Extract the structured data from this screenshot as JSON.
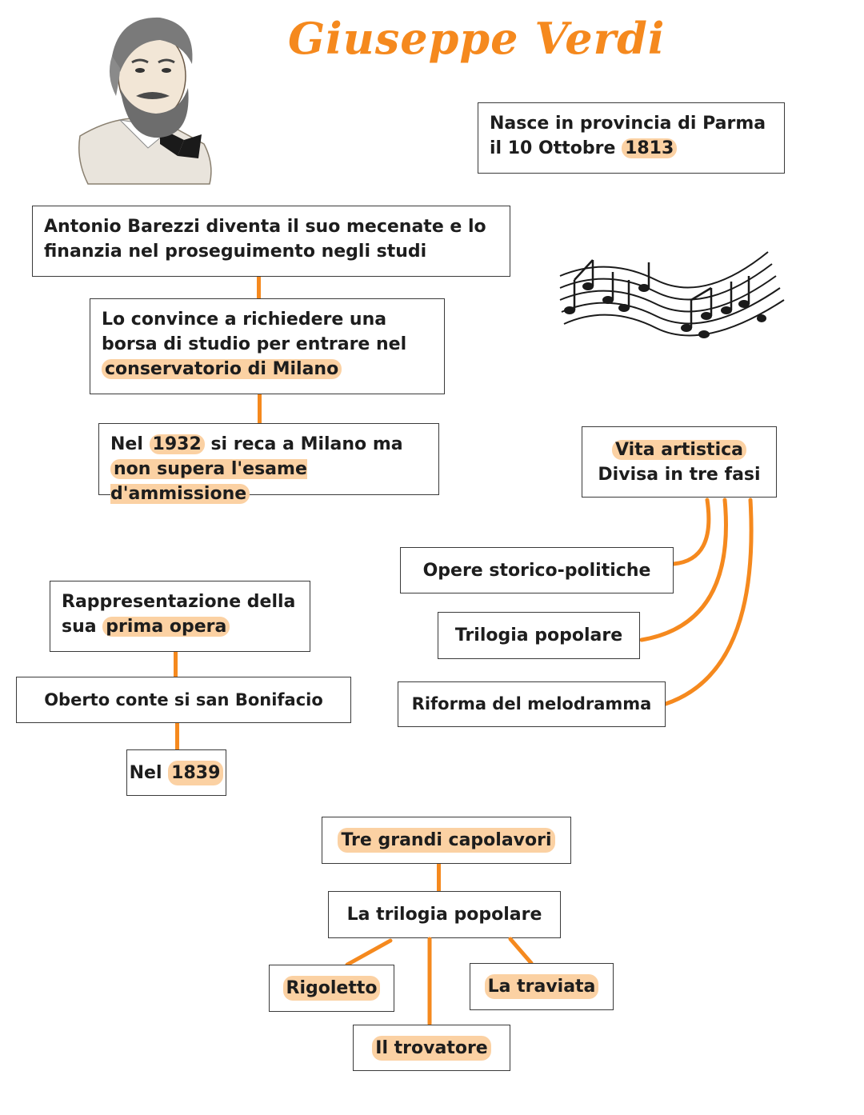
{
  "title": "Giuseppe Verdi",
  "colors": {
    "accent": "#f5891e",
    "highlight": "#fbd1a3",
    "border": "#3a3a3a"
  },
  "icons": {
    "portrait": "verdi-portrait-illustration",
    "music": "music-staff-icon"
  },
  "birth": {
    "text": "Nasce in provincia di Parma il 10 Ottobre",
    "year": "1813"
  },
  "early_life": {
    "mecenate": "Antonio Barezzi diventa il suo mecenate e lo finanzia nel proseguimento negli studi",
    "convince": "Lo convince a richiedere una borsa di studio per entrare nel",
    "convince_hl": "conservatorio di Milano",
    "exam_pre": "Nel",
    "exam_year": "1932",
    "exam_mid": "si reca a Milano ma",
    "exam_hl": "non supera l'esame d'ammissione"
  },
  "first_opera": {
    "line1": "Rappresentazione della sua",
    "hl": "prima opera",
    "title": "Oberto conte si san Bonifacio",
    "year_pre": "Nel",
    "year": "1839"
  },
  "career": {
    "hl": "Vita artistica",
    "text": "Divisa in tre fasi",
    "phases": [
      "Opere storico-politiche",
      "Trilogia popolare",
      "Riforma del melodramma"
    ]
  },
  "masterpieces": {
    "title": "Tre grandi capolavori",
    "group": "La trilogia popolare",
    "works": [
      "Rigoletto",
      "Il trovatore",
      "La traviata"
    ]
  }
}
